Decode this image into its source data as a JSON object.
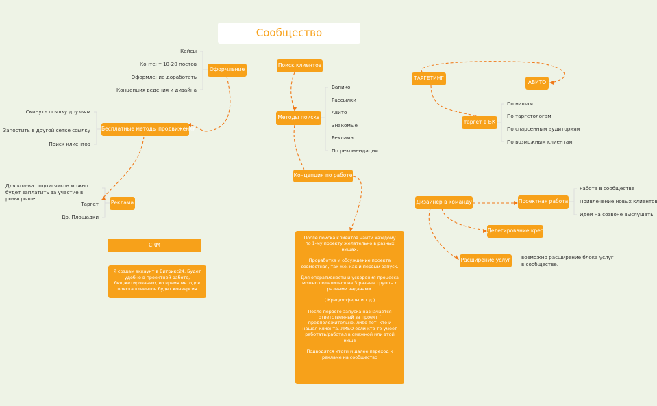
{
  "title": "Сообщество",
  "colors": {
    "accent": "#f7a11a",
    "background": "#eef3e6",
    "connector": "#f07a1a"
  },
  "nodes": {
    "oformlenie": "Оформление",
    "oformlenie_items": [
      "Кейсы",
      "Контент 10-20 постов",
      "Оформление доработать",
      "Концепция ведения и дизайна"
    ],
    "besplatnye": "Бесплатные методы продвижения",
    "besplatnye_items": [
      "Скинуть ссылку друзьям",
      "Запостить в другой сетке ссылку",
      "Поиск клиентов"
    ],
    "reklama": "Реклама",
    "reklama_items": [
      "Для кол-ва подписчиков можно будет заплатить за участие в розыгрыше",
      "Таргет",
      "Др. Площадки"
    ],
    "crm": "CRM",
    "crm_note": "Я создам аккаунт в Битрикс24. Будет удобно в проектной работе, бюджетированию, во время методов поиска клиентов будет конверсия",
    "poisk": "Поиск клиентов",
    "metody": "Методы поиска",
    "metody_items": [
      "Вапико",
      "Рассылки",
      "Авито",
      "Знакомые",
      "Реклама",
      "По рекомендации"
    ],
    "koncepcia": "Концепция по работе",
    "koncepcia_text": [
      "После поиска клиентов найти каждому по 1-му проекту желательно в разных нишах.",
      "Проработка и обсуждение проекта совместная, так же, как и первый запуск.",
      "Для оперативности и ускорения процесса можно поделиться на 3 разные группы с разными задачами.",
      "( Крео/офферы и т.д )",
      "После первого запуска назначается ответственный за проект ( предположительно, либо тот, кто и нашел клиента. ЛИБО если кто-то умеет работать/работал в смежной или этой нише",
      "Подводятся итоги и далее переход к рекламе на сообщество"
    ],
    "targeting": "ТАРГЕТИНГ",
    "avito": "АВИТО",
    "target_vk": "таргет в ВК",
    "target_vk_items": [
      "По нишам",
      "По таргетологам",
      "По спарсенным аудиториям",
      "По возможным клиентам"
    ],
    "dizayner": "Дизайнер в команду",
    "proektnaya": "Проектная работа",
    "proektnaya_items": [
      "Работа в сообществе",
      "Привлечение новых клиентов",
      "Идеи на созвоне выслушать"
    ],
    "delegirovanie": "Делегирование крео",
    "rasshirenie": "Расширение услуг",
    "rasshirenie_note": "возможно расширение блока услуг в сообществе."
  }
}
